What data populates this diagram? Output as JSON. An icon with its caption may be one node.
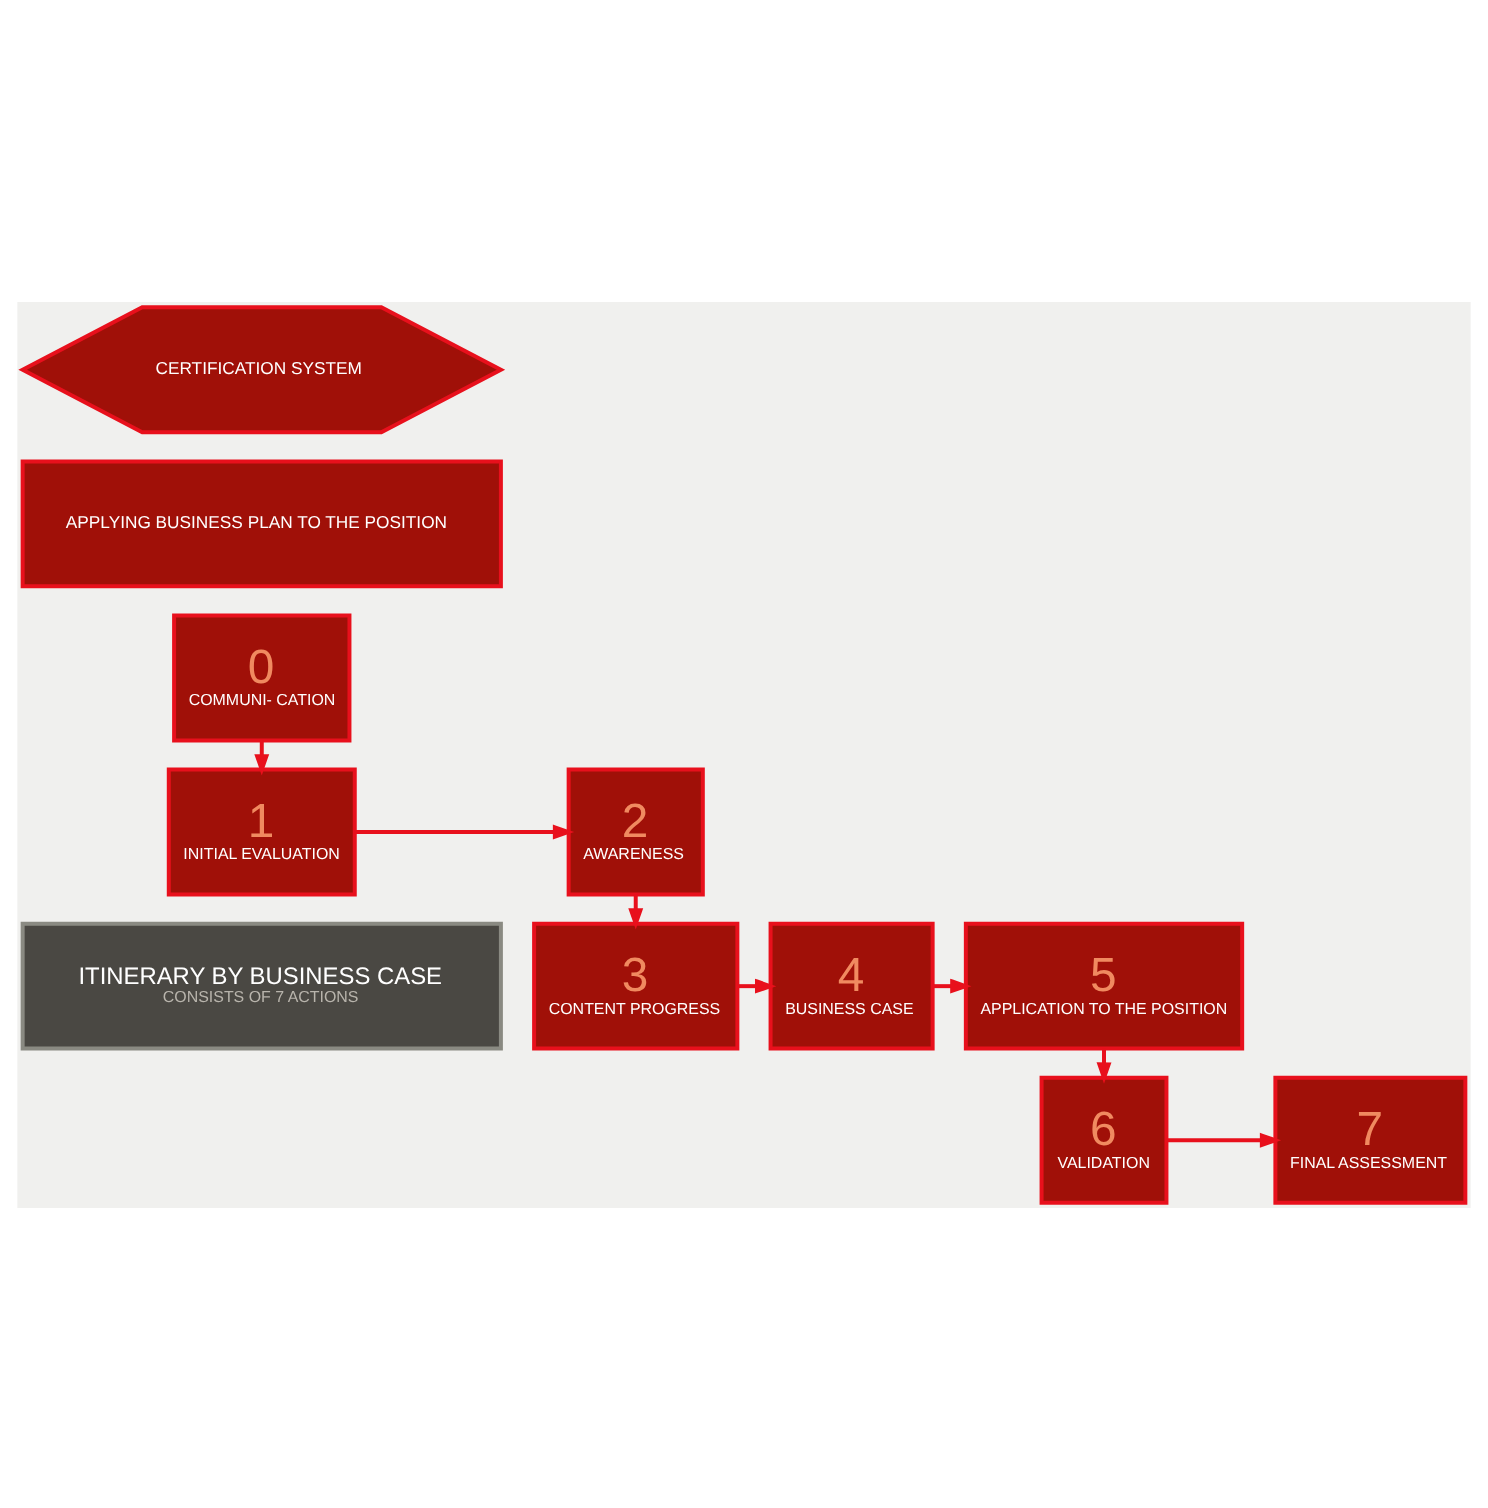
{
  "diagram": {
    "nodes": [
      {
        "text": [
          "ITINERARY BY BUSINESS CASE",
          "CONSISTS OF 7 ACTIONS"
        ]
      },
      {
        "text": [
          "0",
          "COMMUNI- CATION"
        ]
      },
      {
        "text": [
          "1",
          "INITIAL EVALUATION"
        ]
      },
      {
        "text": [
          "2",
          "AWARENESS"
        ]
      },
      {
        "text": [
          "3",
          "CONTENT PROGRESS"
        ]
      },
      {
        "text": [
          "4",
          "BUSINESS CASE"
        ]
      },
      {
        "text": [
          "5",
          "APPLICATION TO THE POSITION"
        ]
      },
      {
        "text": [
          "6",
          "VALIDATION"
        ]
      },
      {
        "text": [
          "7",
          "FINAL ASSESSMENT"
        ]
      },
      {
        "text": [
          "APPLYING BUSINESS PLAN TO THE POSITION"
        ]
      },
      {
        "text": [
          "CERTIFICATION SYSTEM"
        ]
      }
    ],
    "edges": [
      {
        "from": 1,
        "to": 2,
        "arrow": "to"
      },
      {
        "from": 2,
        "to": 3,
        "arrow": "to"
      },
      {
        "from": 3,
        "to": 4,
        "arrow": "to"
      },
      {
        "from": 4,
        "to": 5,
        "arrow": "to"
      },
      {
        "from": 5,
        "to": 6,
        "arrow": "to"
      },
      {
        "from": 6,
        "to": 7,
        "arrow": "to"
      },
      {
        "from": 7,
        "to": 8,
        "arrow": "to"
      }
    ]
  }
}
